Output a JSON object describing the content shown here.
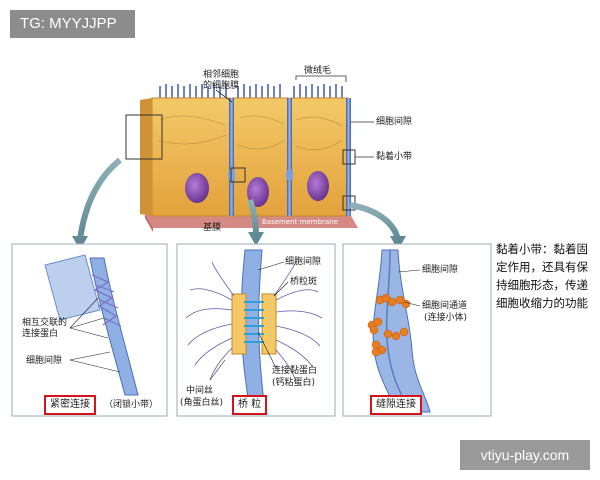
{
  "watermarks": {
    "top": "TG: MYYJJPP",
    "bottom": "vtiyu-play.com"
  },
  "main": {
    "label_neighbor": "相邻细胞的细胞膜",
    "label_microvilli": "微绒毛",
    "label_intercellular_space": "细胞间隙",
    "label_adhesion_belt": "黏着小带",
    "label_basement_cn": "基膜",
    "label_basement_en": "Basement membrane"
  },
  "sidebar": {
    "text": "黏着小带：黏着固定作用，还具有保持细胞形态，传递细胞收缩力的功能"
  },
  "panels": [
    {
      "labels": [
        "相互交联的连接蛋白",
        "细胞间隙"
      ],
      "title": "紧密连接",
      "subtitle": "（闭锁小带）"
    },
    {
      "labels": [
        "细胞间隙",
        "桥粒斑",
        "中间丝",
        "(角蛋白丝)",
        "连接黏蛋白",
        "(钙粘蛋白)"
      ],
      "title": "桥 粒"
    },
    {
      "labels": [
        "细胞间隙",
        "细胞间通道",
        "(连接小体)"
      ],
      "title": "缝隙连接"
    }
  ],
  "colors": {
    "cell": "#e9b24a",
    "nucleus": "#7b3fa0",
    "membrane": "#5b7fc0",
    "accent_red": "#d4141b",
    "connexon": "#e87d22"
  }
}
